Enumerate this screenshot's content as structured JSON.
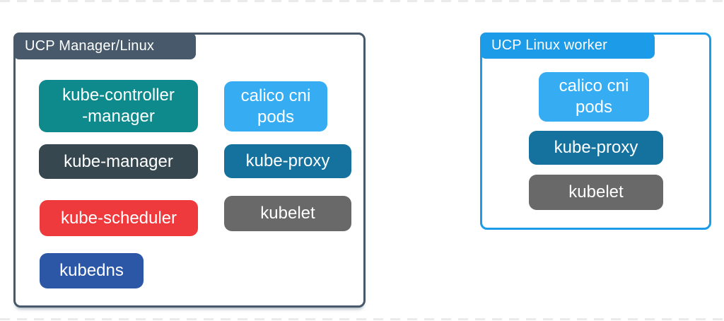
{
  "colors": {
    "background": "#ffffff",
    "manager_frame": "#47596a",
    "worker_frame": "#1b9be8",
    "teal": "#0e8a8d",
    "dark_slate": "#36474f",
    "red": "#ee3a3c",
    "dark_blue": "#2c56a6",
    "light_blue": "#36adf2",
    "proxy_blue": "#15719e",
    "gray": "#696969",
    "pill_text": "#ffffff",
    "dashed_artifact": "#ebebeb"
  },
  "manager_box": {
    "title": "UCP Manager/Linux",
    "components": [
      {
        "label": "kube-controller\n-manager",
        "color": "#0e8a8d"
      },
      {
        "label": "calico cni\npods",
        "color": "#36adf2"
      },
      {
        "label": "kube-manager",
        "color": "#36474f"
      },
      {
        "label": "kube-proxy",
        "color": "#15719e"
      },
      {
        "label": "kube-scheduler",
        "color": "#ee3a3c"
      },
      {
        "label": "kubelet",
        "color": "#696969"
      },
      {
        "label": "kubedns",
        "color": "#2c56a6"
      }
    ]
  },
  "worker_box": {
    "title": "UCP Linux worker",
    "components": [
      {
        "label": "calico cni\npods",
        "color": "#36adf2"
      },
      {
        "label": "kube-proxy",
        "color": "#15719e"
      },
      {
        "label": "kubelet",
        "color": "#696969"
      }
    ]
  }
}
